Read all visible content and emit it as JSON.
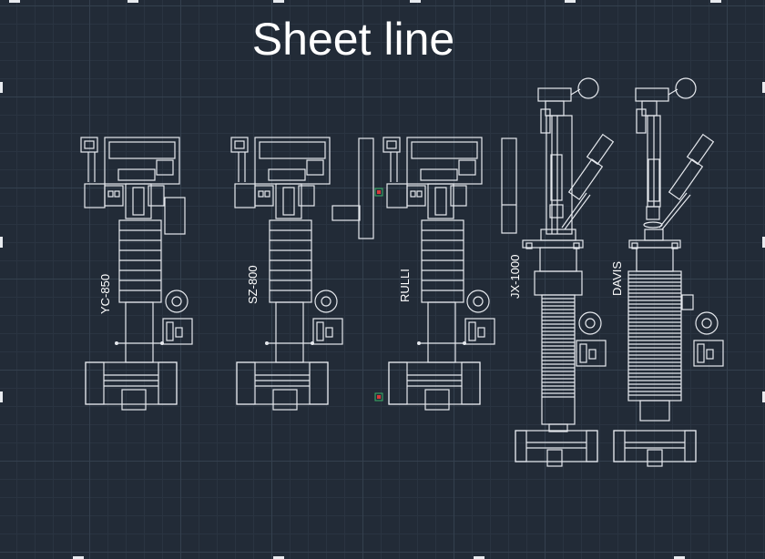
{
  "title": "Sheet line",
  "machines": [
    {
      "label": "YC-850"
    },
    {
      "label": "SZ-800"
    },
    {
      "label": "RULLI"
    },
    {
      "label": "JX-1000"
    },
    {
      "label": "DAVIS"
    }
  ],
  "colors": {
    "background": "#222b37",
    "grid": "#34404e",
    "line": "#e6e9ee",
    "marker_red": "#d83a3a",
    "marker_green": "#3ab36a"
  }
}
